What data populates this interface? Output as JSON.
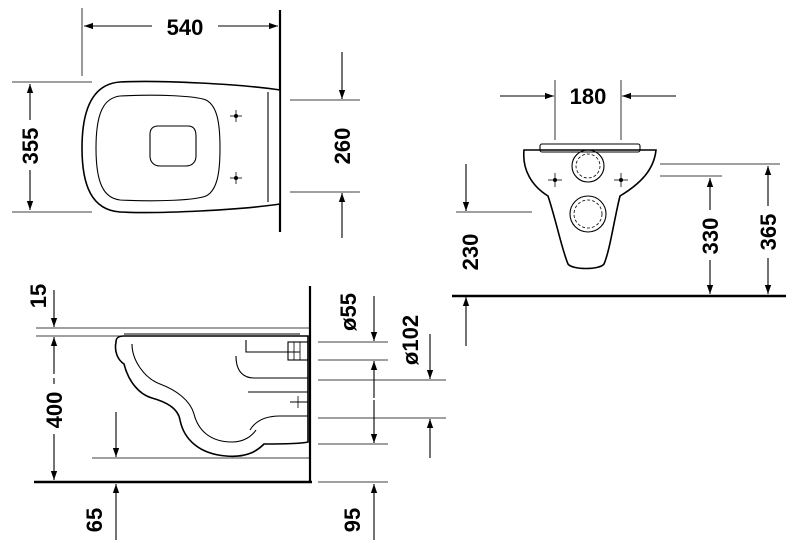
{
  "dimensions": {
    "top_width": "540",
    "top_depth": "355",
    "top_fixing_spacing": "260",
    "front_fixing_width": "180",
    "front_height_230": "230",
    "front_height_330": "330",
    "front_height_365": "365",
    "side_seat_thickness": "15",
    "side_height": "400",
    "side_outlet_offset": "65",
    "side_inlet_diameter": "ø55",
    "side_outlet_diameter": "ø102",
    "side_outlet_height": "95"
  }
}
